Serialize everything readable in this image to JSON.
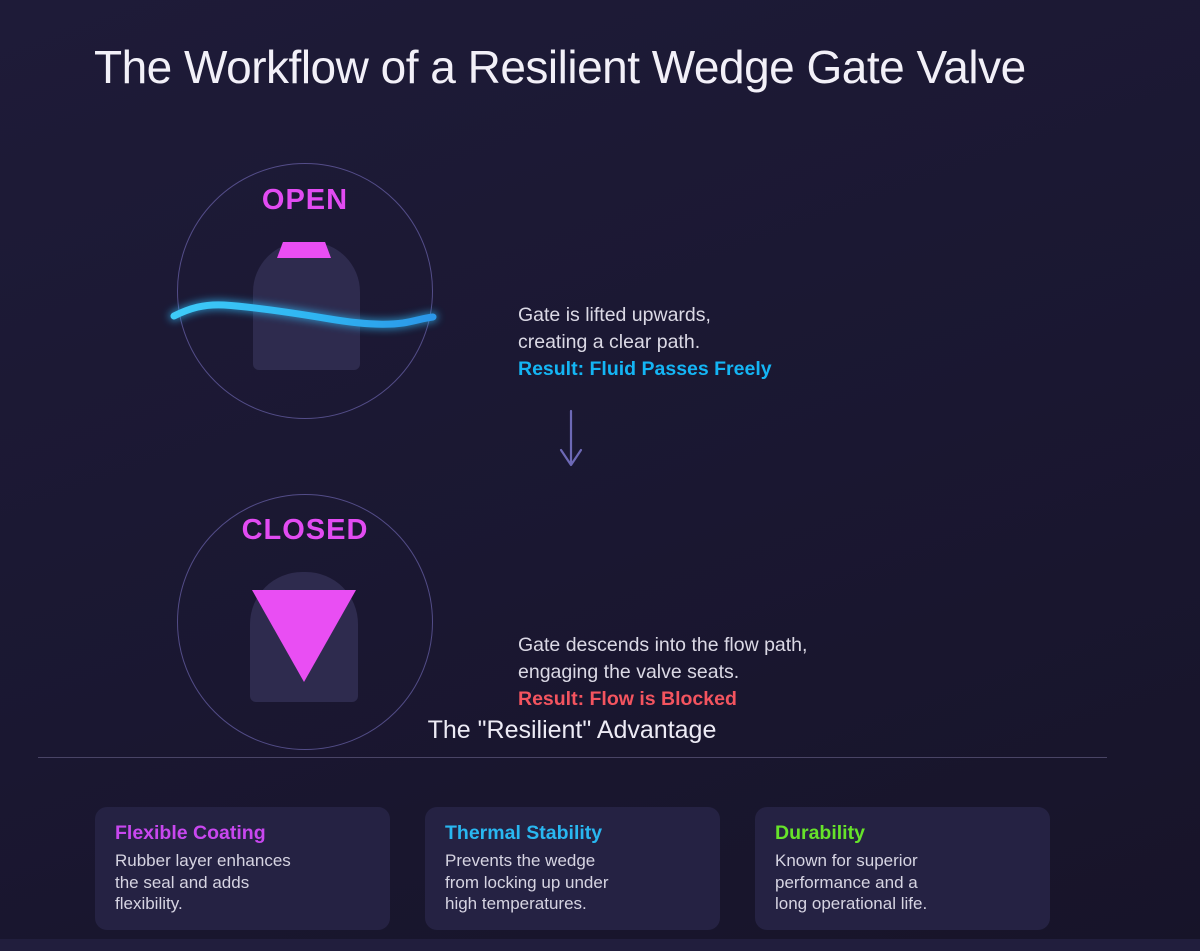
{
  "title": "The Workflow of a Resilient Wedge Gate Valve",
  "stages": [
    {
      "label": "OPEN",
      "desc_line1": "Gate is lifted upwards,",
      "desc_line2": "creating a clear path.",
      "result": "Result: Fluid Passes Freely"
    },
    {
      "label": "CLOSED",
      "desc_line1": "Gate descends into the flow path,",
      "desc_line2": "engaging the valve seats.",
      "result": "Result: Flow is Blocked"
    }
  ],
  "advantage": {
    "heading": "The \"Resilient\" Advantage",
    "cards": [
      {
        "title": "Flexible Coating",
        "line1": "Rubber layer enhances",
        "line2": "the seal and adds",
        "line3": "flexibility."
      },
      {
        "title": "Thermal Stability",
        "line1": "Prevents the wedge",
        "line2": "from locking up under",
        "line3": "high temperatures."
      },
      {
        "title": "Durability",
        "line1": "Known for superior",
        "line2": "performance and a",
        "line3": "long operational life."
      }
    ]
  },
  "colors": {
    "background": "#1b1833",
    "state_label_magenta": "#e24bf2",
    "wedge_magenta": "#e94ef3",
    "result_cyan": "#14b5f4",
    "result_red": "#f3545f",
    "card_title_purple": "#c847ef",
    "card_title_cyan": "#29b7f0",
    "card_title_green": "#66e32a",
    "flow_wave_blue": "#38c4f5",
    "arrow_purple": "#6d69b6",
    "circle_stroke": "#8179ce"
  }
}
